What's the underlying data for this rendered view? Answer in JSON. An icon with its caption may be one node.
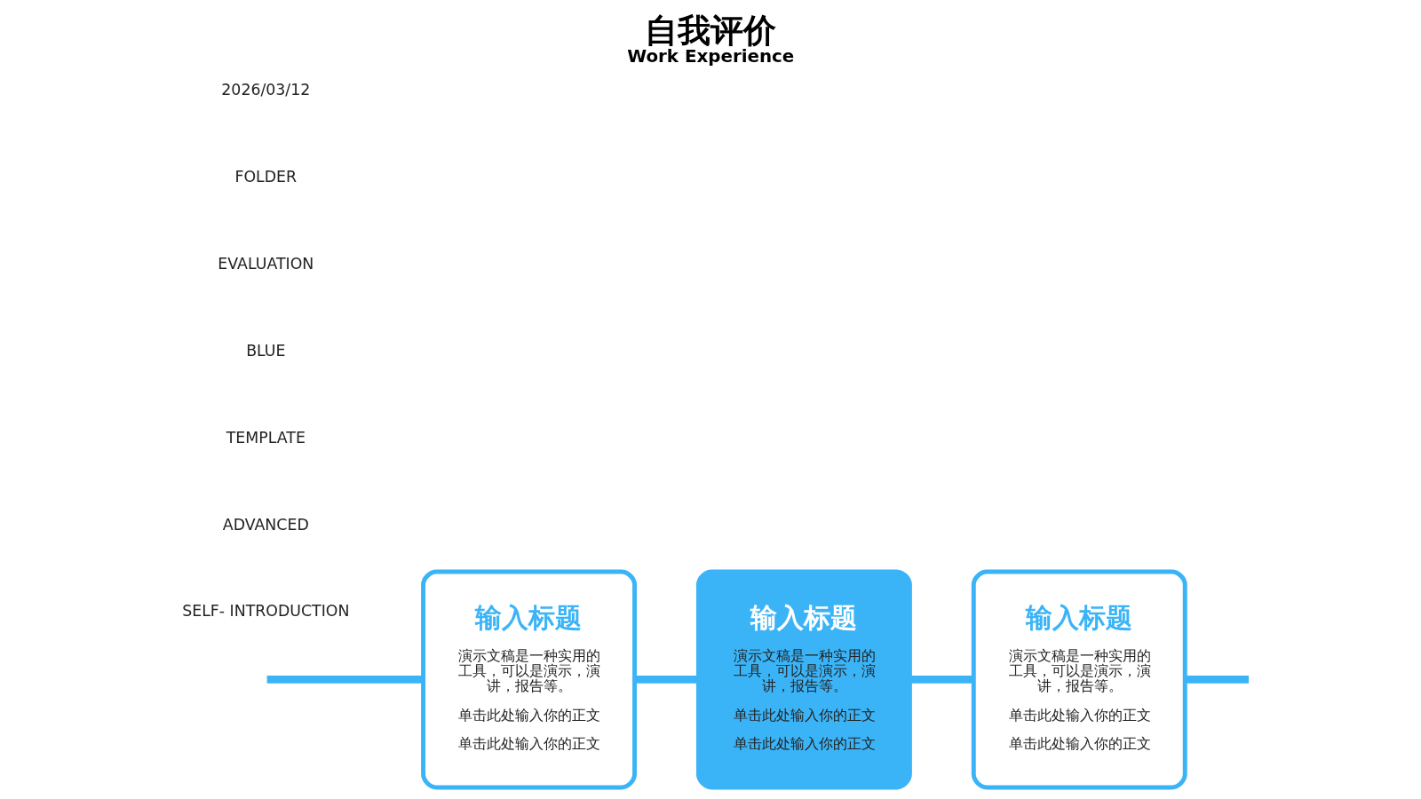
{
  "diagram": {
    "title": "自我评价",
    "caption": "Work Experience",
    "nodes": [
      {
        "text": [
          "输入标题",
          "演示文稿是一种实用的工具，可以是演示，演讲，报告等。",
          "单击此处输入你的正文",
          "单击此处输入你的正文"
        ]
      },
      {
        "text": [
          "输入标题",
          "演示文稿是一种实用的工具，可以是演示，演讲，报告等。",
          "单击此处输入你的正文",
          "单击此处输入你的正文"
        ]
      },
      {
        "text": [
          "输入标题",
          "演示文稿是一种实用的工具，可以是演示，演讲，报告等。",
          "单击此处输入你的正文",
          "单击此处输入你的正文"
        ]
      }
    ],
    "edges": [
      {
        "from": null,
        "to": 0,
        "arrow": "none"
      },
      {
        "from": 0,
        "to": 1,
        "arrow": "none"
      },
      {
        "from": 1,
        "to": 2,
        "arrow": "none"
      },
      {
        "from": 2,
        "to": null,
        "arrow": "none"
      }
    ],
    "labels": [
      "SELF- INTRODUCTION",
      "ADVANCED",
      "TEMPLATE",
      "BLUE",
      "EVALUATION",
      "FOLDER",
      "2026/03/12"
    ]
  }
}
